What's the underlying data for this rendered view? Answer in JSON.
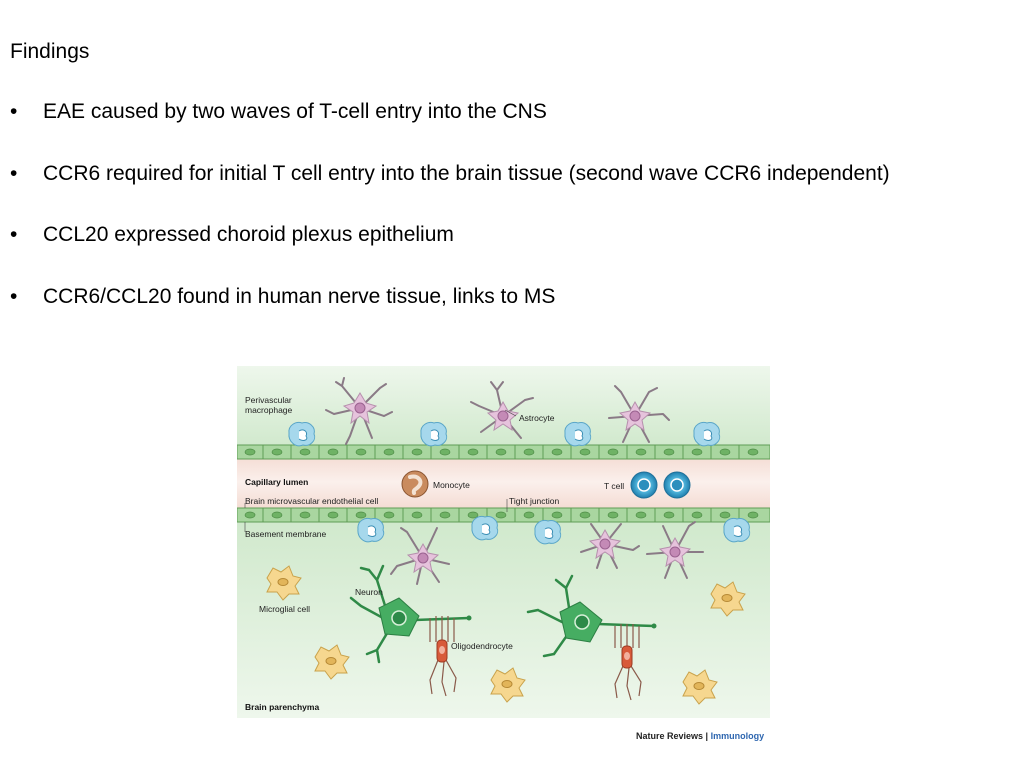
{
  "slide": {
    "heading": "Findings",
    "bullet_glyph": "•",
    "bullets": [
      "EAE caused by two waves of T-cell entry into the CNS",
      "CCR6 required for initial T cell entry into the brain tissue (second wave CCR6 independent)",
      "CCL20 expressed choroid plexus epithelium",
      "CCR6/CCL20 found in human nerve tissue, links to MS"
    ]
  },
  "figure": {
    "labels": {
      "perivascular_macrophage_1": "Perivascular",
      "perivascular_macrophage_2": "macrophage",
      "astrocyte": "Astrocyte",
      "capillary_lumen": "Capillary lumen",
      "monocyte": "Monocyte",
      "t_cell": "T cell",
      "endothelial_cell": "Brain microvascular endothelial cell",
      "tight_junction": "Tight junction",
      "basement_membrane": "Basement membrane",
      "neuron": "Neuron",
      "microglial_cell": "Microglial cell",
      "oligodendrocyte": "Oligodendrocyte",
      "brain_parenchyma": "Brain parenchyma"
    },
    "colors": {
      "tissue_green": "#d4ebd0",
      "lumen_pink": "#f7e4dd",
      "endothelium": "#9ccd93",
      "astrocyte": "#e6c3dc",
      "macrophage": "#9fd4ea",
      "microglia": "#f4d58a",
      "neuron": "#3fa35a",
      "oligodendrocyte": "#d85a3a",
      "monocyte": "#b97a4d",
      "t_cell": "#3aa3cf"
    }
  },
  "credit": {
    "journal": "Nature Reviews",
    "separator": "|",
    "subject": "Immunology"
  }
}
